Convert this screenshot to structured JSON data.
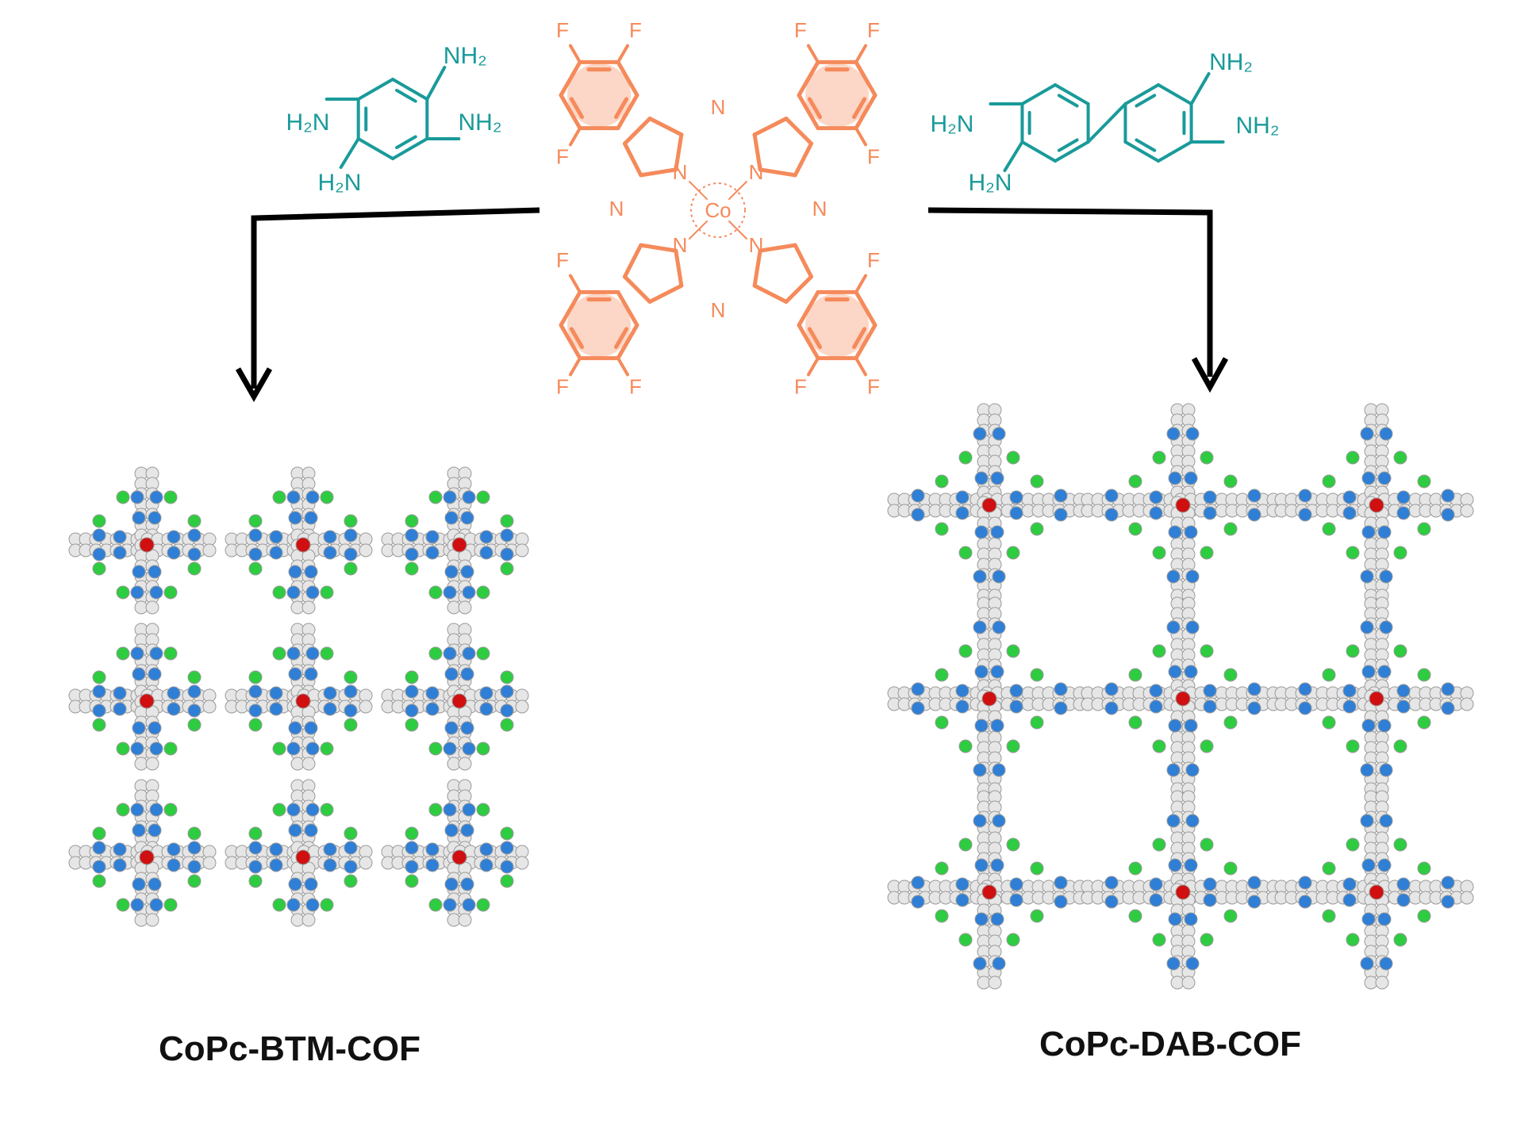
{
  "colors": {
    "amine": "#1a9a9a",
    "phthalocyanine": "#f58a5b",
    "arrow": "#000000",
    "atom_carbon": "#e6e6e6",
    "atom_nitrogen": "#2f7fd6",
    "atom_fluorine": "#2ecc40",
    "atom_cobalt": "#d01010"
  },
  "btm_monomer": {
    "labels": [
      "NH₂",
      "H₂N",
      "NH₂",
      "H₂N"
    ]
  },
  "dab_monomer": {
    "labels": [
      "NH₂",
      "H₂N",
      "NH₂",
      "H₂N"
    ]
  },
  "cobalt_phthalocyanine": {
    "metal": "Co",
    "nitrogen": "N",
    "fluorine": "F"
  },
  "products": {
    "left_name": "CoPc-BTM-COF",
    "right_name": "CoPc-DAB-COF"
  }
}
